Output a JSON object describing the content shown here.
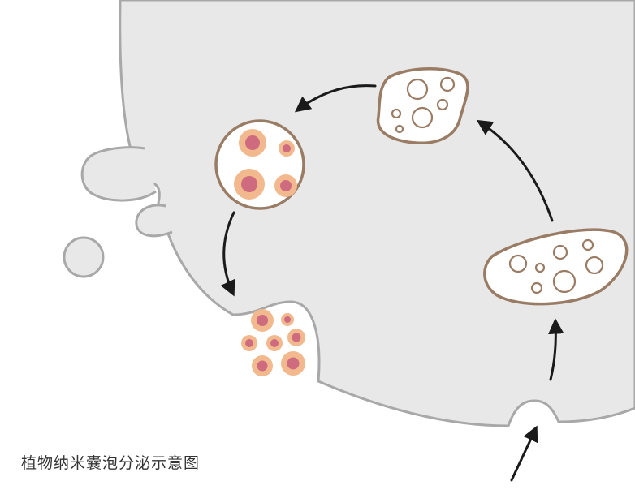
{
  "caption": "植物纳米囊泡分泌示意图",
  "colors": {
    "cell_fill": "#e8e8e8",
    "cell_stroke": "#a8a8a8",
    "vesicle_border": "#9a7b64",
    "mvb_fill": "#ffffff",
    "vesicle_outer": "#f2b98e",
    "vesicle_inner": "#cf6b7f",
    "arrow": "#1a1a1a",
    "text": "#333333"
  },
  "stages": [
    "endocytosis-entry",
    "early-endosome",
    "late-endosome",
    "multivesicular-body",
    "exocytosis-release"
  ]
}
